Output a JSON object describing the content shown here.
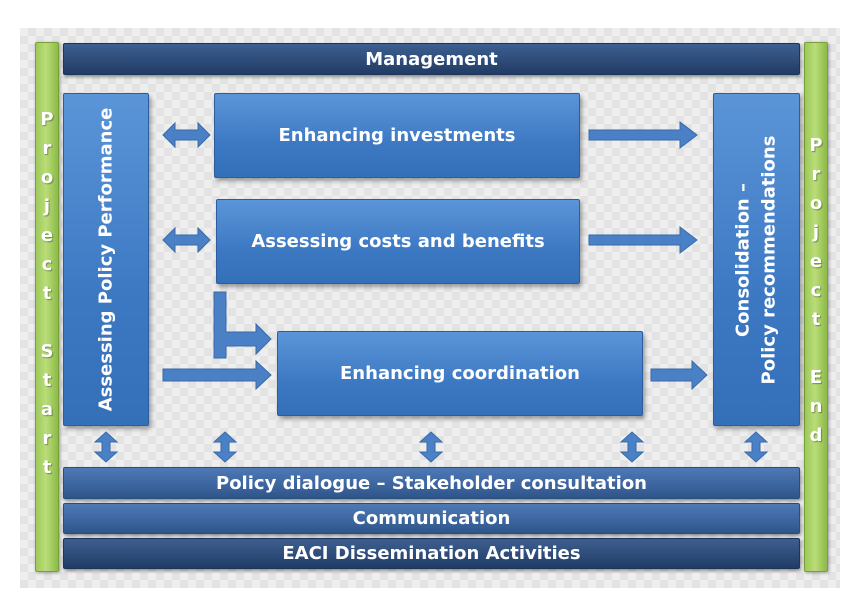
{
  "bars": {
    "management": "Management",
    "policy_dialogue": "Policy dialogue – Stakeholder consultation",
    "communication": "Communication",
    "dissemination": "EACI Dissemination Activities"
  },
  "side_labels": {
    "start": [
      "P",
      "r",
      "o",
      "j",
      "e",
      "c",
      "t",
      "",
      "S",
      "t",
      "a",
      "r",
      "t"
    ],
    "end": [
      "P",
      "r",
      "o",
      "j",
      "e",
      "c",
      "t",
      "",
      "E",
      "n",
      "d"
    ]
  },
  "boxes": {
    "assessing_performance": "Assessing Policy Performance",
    "enhancing_investments": "Enhancing investments",
    "assessing_costs": "Assessing costs and benefits",
    "enhancing_coordination": "Enhancing coordination",
    "consolidation_line1": "Consolidation –",
    "consolidation_line2": "Policy recommendations"
  },
  "colors": {
    "box_blue": "#3d79c3",
    "bar_blue": "#3d66a0",
    "green": "#9ec85a",
    "arrow": "#4a80c6"
  }
}
